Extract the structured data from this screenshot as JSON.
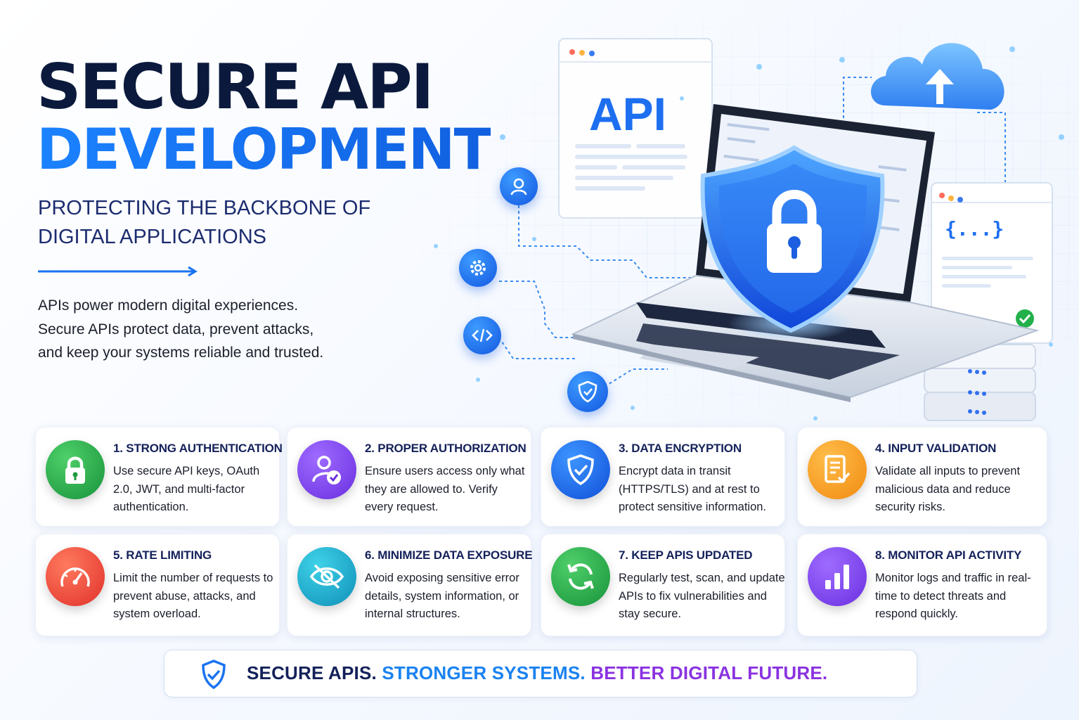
{
  "header": {
    "title_line1": "SECURE API",
    "title_line2": "DEVELOPMENT",
    "subtitle_line1": "PROTECTING THE BACKBONE OF",
    "subtitle_line2": "DIGITAL APPLICATIONS"
  },
  "intro": {
    "line1": "APIs power modern digital experiences.",
    "line2": "Secure APIs protect data, prevent attacks,",
    "line3": "and keep your systems reliable and trusted."
  },
  "hero": {
    "api_window_label": "API",
    "code_window_label": "{...}"
  },
  "cards": [
    {
      "title": "1. STRONG AUTHENTICATION",
      "desc": "Use secure API keys, OAuth 2.0, JWT, and multi-factor authentication.",
      "icon": "lock-icon",
      "color": "#22a84a"
    },
    {
      "title": "2. PROPER AUTHORIZATION",
      "desc": "Ensure users access only what they are allowed to. Verify every request.",
      "icon": "user-check-icon",
      "color": "#7a3ff0"
    },
    {
      "title": "3. DATA ENCRYPTION",
      "desc": "Encrypt data in transit (HTTPS/TLS) and at rest to protect sensitive information.",
      "icon": "shield-check-icon",
      "color": "#1a66f0"
    },
    {
      "title": "4. INPUT VALIDATION",
      "desc": "Validate all inputs to prevent malicious data and reduce security risks.",
      "icon": "document-check-icon",
      "color": "#f59a1c"
    },
    {
      "title": "5. RATE LIMITING",
      "desc": "Limit the number of requests to prevent abuse, attacks, and system overload.",
      "icon": "speedometer-icon",
      "color": "#ee4a3a"
    },
    {
      "title": "6. MINIMIZE DATA EXPOSURE",
      "desc": "Avoid exposing sensitive error details, system information, or internal structures.",
      "icon": "eye-off-icon",
      "color": "#14a9c8"
    },
    {
      "title": "7. KEEP APIS UPDATED",
      "desc": "Regularly test, scan, and update APIs to fix vulnerabilities and stay secure.",
      "icon": "refresh-icon",
      "color": "#22a84a"
    },
    {
      "title": "8. MONITOR API ACTIVITY",
      "desc": "Monitor logs and traffic in real-time to detect threats and respond quickly.",
      "icon": "bar-chart-icon",
      "color": "#7a3ff0"
    }
  ],
  "footer": {
    "part1": "SECURE APIS.",
    "part2": "STRONGER SYSTEMS.",
    "part3": "BETTER DIGITAL FUTURE."
  }
}
